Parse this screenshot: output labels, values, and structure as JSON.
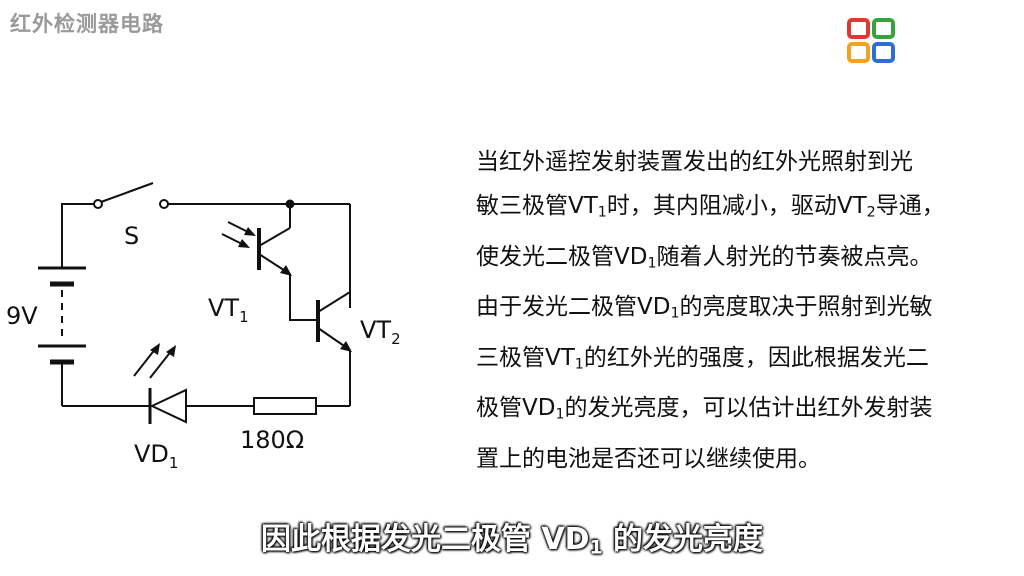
{
  "header": {
    "title": "红外检测器电路",
    "logo_icon": "four-square-grid-logo",
    "logo_colors": [
      "#e0372f",
      "#3aa23c",
      "#f2a21b",
      "#2f6fd3"
    ]
  },
  "circuit": {
    "switch_label": "S",
    "battery_label": "9V",
    "vt1": {
      "base": "VT",
      "sub": "1"
    },
    "vt2": {
      "base": "VT",
      "sub": "2"
    },
    "vd1": {
      "base": "VD",
      "sub": "1"
    },
    "resistor_label": "180Ω"
  },
  "description": {
    "lines": [
      [
        "当红外遥控发射装置发出的红外光照射到光"
      ],
      [
        "敏三极管VT",
        {
          "sub": "1"
        },
        "时，其内阻减小，驱动VT",
        {
          "sub": "2"
        },
        "导通，"
      ],
      [
        "使发光二极管VD",
        {
          "sub": "1"
        },
        "随着人射光的节奏被点亮。"
      ],
      [
        "由于发光二极管VD",
        {
          "sub": "1"
        },
        "的亮度取决于照射到光敏"
      ],
      [
        "三极管VT",
        {
          "sub": "1"
        },
        "的红外光的强度，因此根据发光二"
      ],
      [
        "极管VD",
        {
          "sub": "1"
        },
        "的发光亮度，可以估计出红外发射装"
      ],
      [
        "置上的电池是否还可以继续使用。"
      ]
    ]
  },
  "subtitle": {
    "before": "因此根据发光二极管 VD",
    "sub": "1",
    "after": " 的发光亮度"
  }
}
